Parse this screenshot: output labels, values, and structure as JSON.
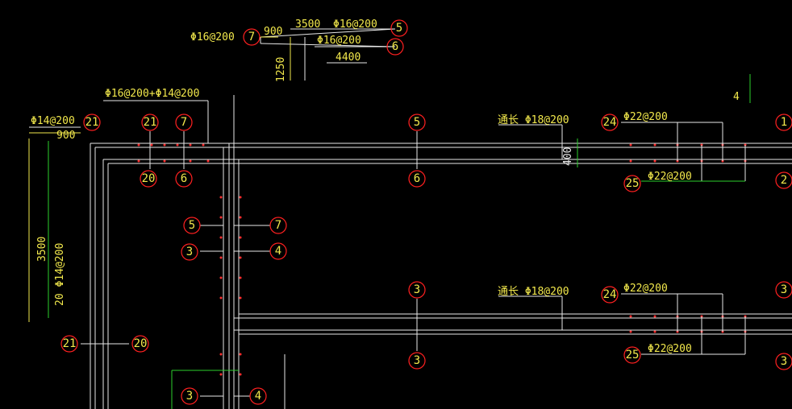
{
  "labels": {
    "top_span": "3500",
    "top_phi_5": "Φ16@200",
    "top_phi_7": "Φ16@200",
    "top_900": "900",
    "top_phi_6": "Φ16@200",
    "top_4400": "4400",
    "top_1250": "1250",
    "left_combo": "Φ16@200+Φ14@200",
    "left_phi14": "Φ14@200",
    "left_900": "900",
    "left_3500": "3500",
    "left_20_phi": "20 Φ14@200",
    "num_4": "4",
    "tong1": "通长 Φ18@200",
    "tong2": "通长 Φ18@200",
    "dim_400": "400",
    "r24a": "Φ22@200",
    "r25a": "Φ22@200",
    "r24b": "Φ22@200",
    "r25b": "Φ22@200"
  },
  "bubbles": {
    "b5_top": "5",
    "b6_top": "6",
    "b7_top": "7",
    "b21_a": "21",
    "b21_b": "21",
    "b7_a": "7",
    "b20_a": "20",
    "b6_a": "6",
    "b5_mid": "5",
    "b6_mid": "6",
    "b24_a": "24",
    "b25_a": "25",
    "b1_r": "1",
    "b2_r": "2",
    "b5_l": "5",
    "b7_l": "7",
    "b3_l": "3",
    "b4_l": "4",
    "b3_m": "3",
    "b3_m2": "3",
    "b24_b": "24",
    "b25_b": "25",
    "b3_r": "3",
    "b3_r2": "3",
    "b21_c": "21",
    "b20_c": "20",
    "b3_bl": "3",
    "b4_bl": "4"
  }
}
